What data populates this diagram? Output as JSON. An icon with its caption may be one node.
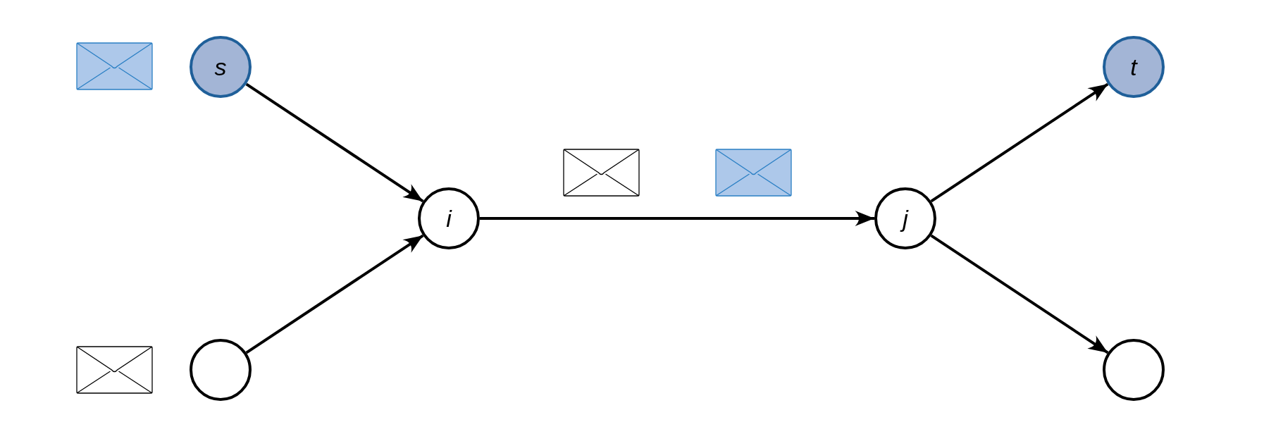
{
  "diagram": {
    "nodes": [
      {
        "text": [
          "s"
        ]
      },
      {
        "text": [],
        "shape": "circle"
      },
      {
        "text": [
          "i"
        ]
      },
      {
        "text": [
          "j"
        ]
      },
      {
        "text": [
          "t"
        ]
      },
      {
        "text": [],
        "shape": "circle"
      }
    ],
    "edges": [
      {
        "from": 0,
        "to": 2,
        "arrow": "to"
      },
      {
        "from": 1,
        "to": 2,
        "arrow": "to"
      },
      {
        "from": 2,
        "to": 3,
        "arrow": "to"
      },
      {
        "from": 3,
        "to": 4,
        "arrow": "to"
      },
      {
        "from": 3,
        "to": 5,
        "arrow": "to"
      }
    ]
  }
}
